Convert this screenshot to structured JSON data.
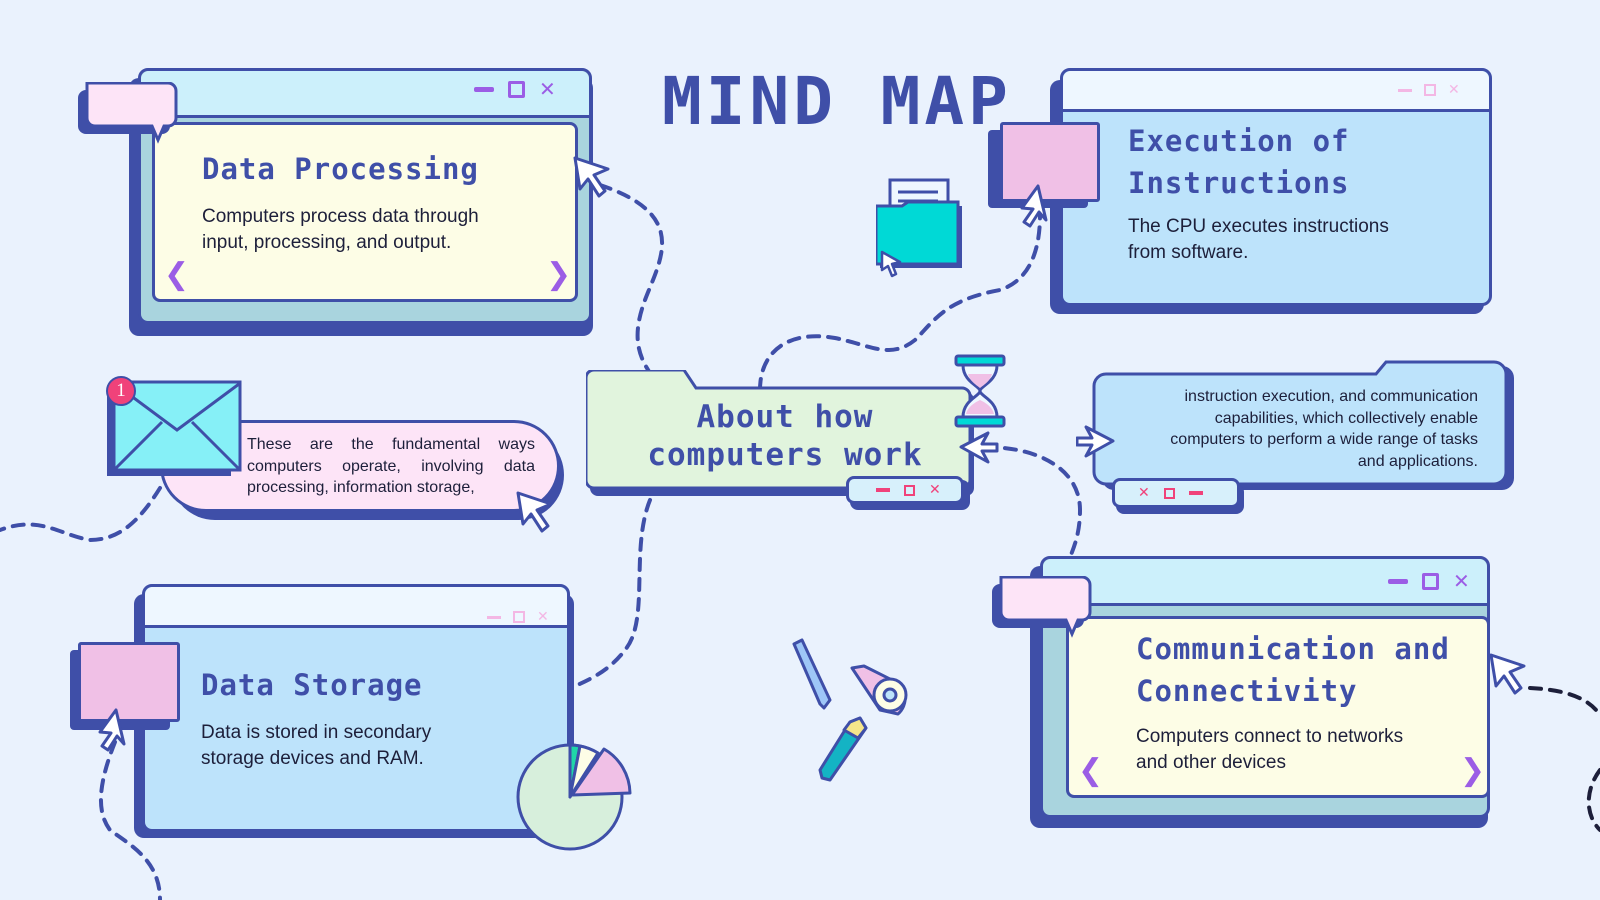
{
  "title": "MIND MAP",
  "center": {
    "line1": "About how",
    "line2": "computers work"
  },
  "cards": {
    "data_processing": {
      "heading": "Data Processing",
      "line1": "Computers process data through",
      "line2": "input, processing, and output."
    },
    "execution": {
      "heading_line1": "Execution of",
      "heading_line2": "Instructions",
      "line1": "The CPU executes instructions",
      "line2": "from software."
    },
    "data_storage": {
      "heading": "Data Storage",
      "line1": "Data is stored in secondary",
      "line2": "storage devices and RAM."
    },
    "communication": {
      "heading_line1": "Communication and",
      "heading_line2": "Connectivity",
      "line1": "Computers connect to networks",
      "line2": "and other devices"
    }
  },
  "notes": {
    "left": {
      "line1": "These are the fundamental ways",
      "line2": "computers operate, involving data",
      "line3": "processing, information storage,"
    },
    "right": {
      "line1": "instruction execution, and communication",
      "line2": "capabilities, which collectively enable",
      "line3": "computers to perform a wide range of tasks",
      "line4": "and applications."
    }
  },
  "notification_badge": "1",
  "colors": {
    "navy": "#3f4fa8",
    "light_blue": "#bde3fb",
    "cream": "#fdfde6",
    "pink": "#f0c0e6",
    "mint": "#def3dc",
    "purple": "#9b5de5",
    "teal": "#1fd6d6"
  },
  "icons": [
    "envelope-icon",
    "folder-icon",
    "hourglass-icon",
    "pie-chart-icon",
    "pencil-icon",
    "pen-icon",
    "tape-icon",
    "cursor-icon",
    "speech-bubble-icon"
  ]
}
